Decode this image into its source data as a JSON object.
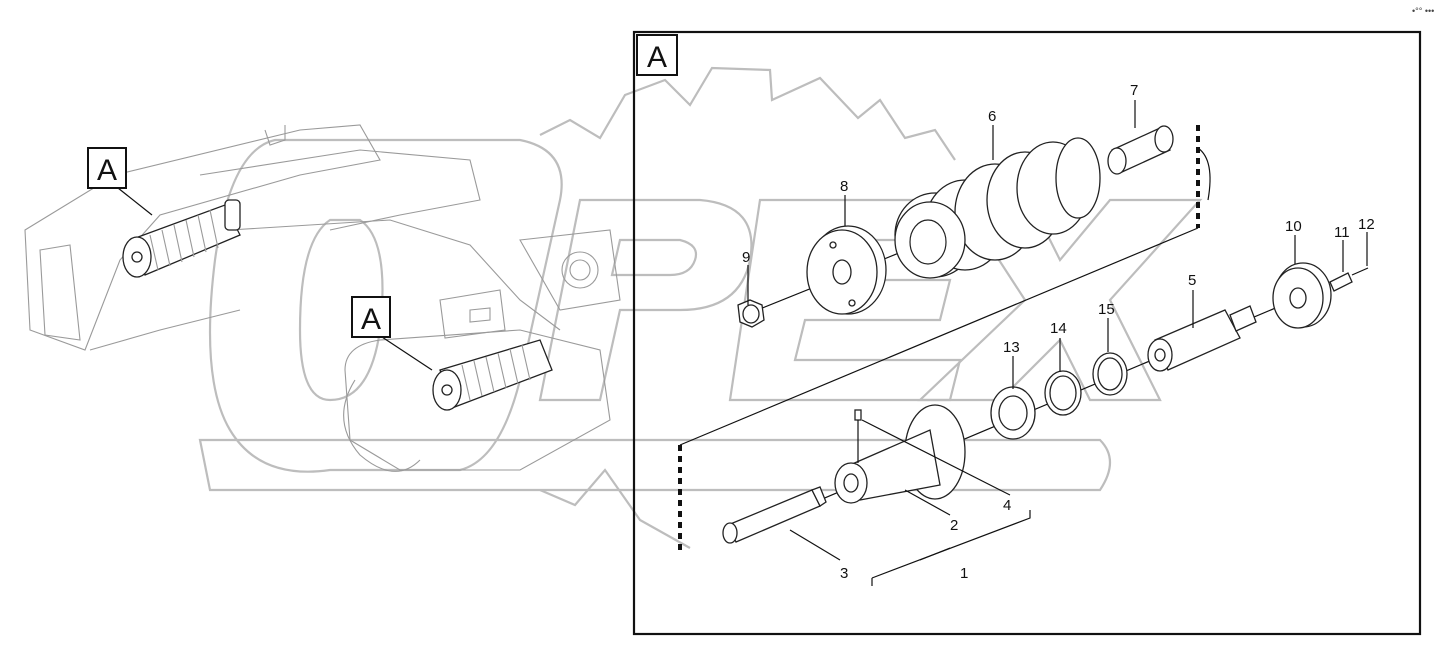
{
  "corner_mark": "•°° •••",
  "overview": {
    "tag_top": "A",
    "tag_middle": "A"
  },
  "detail": {
    "tag": "A",
    "callouts": [
      "1",
      "2",
      "3",
      "4",
      "5",
      "6",
      "7",
      "8",
      "9",
      "10",
      "11",
      "12",
      "13",
      "14",
      "15"
    ]
  }
}
